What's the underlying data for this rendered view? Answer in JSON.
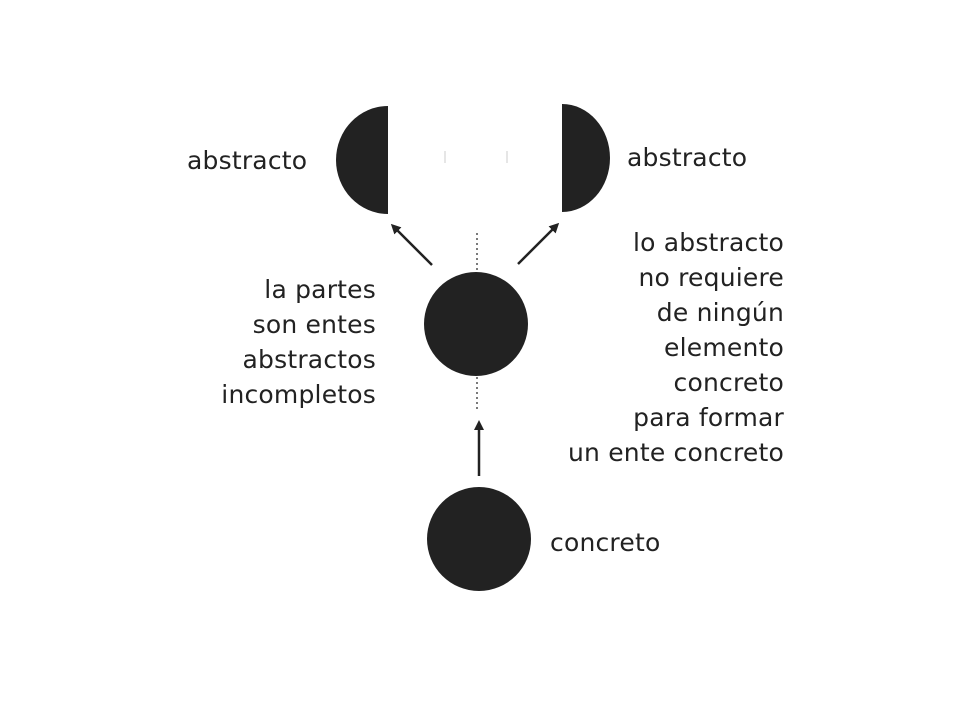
{
  "colors": {
    "shape": "#222222",
    "text": "#222222",
    "background": "#ffffff"
  },
  "labels": {
    "abstract_left": "abstracto",
    "abstract_right": "abstracto",
    "concrete": "concreto",
    "parts_note": [
      "la partes",
      "son entes",
      "abstractos",
      "incompletos"
    ],
    "abstract_note": [
      "lo abstracto",
      "no requiere",
      "de ningún",
      "elemento",
      "concreto",
      "para formar",
      "un ente concreto"
    ]
  }
}
